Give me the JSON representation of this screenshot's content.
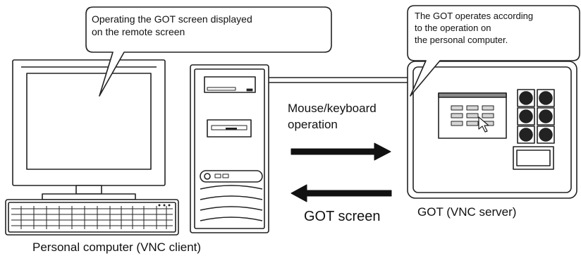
{
  "callout_pc": {
    "line1": "Operating the GOT screen displayed",
    "line2": "on the remote screen"
  },
  "callout_got": {
    "line1": "The GOT operates according",
    "line2": "to the operation on",
    "line3": "the personal computer."
  },
  "arrow_forward": {
    "line1": "Mouse/keyboard",
    "line2": "operation"
  },
  "arrow_back": {
    "label": "GOT screen"
  },
  "pc_caption": "Personal computer (VNC client)",
  "got_caption": "GOT (VNC server)"
}
